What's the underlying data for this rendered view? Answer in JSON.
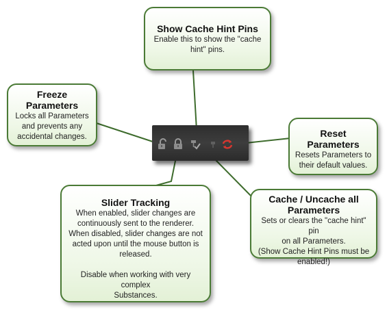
{
  "callouts": {
    "show_cache_hint_pins": {
      "title": "Show Cache Hint Pins",
      "lines": [
        "Enable this to show the \"cache",
        "hint\" pins."
      ]
    },
    "freeze_parameters": {
      "title_lines": [
        "Freeze",
        "Parameters"
      ],
      "lines": [
        "Locks all Parameters",
        "and prevents any",
        "accidental changes."
      ]
    },
    "reset_parameters": {
      "title_lines": [
        "Reset",
        "Parameters"
      ],
      "lines": [
        "Resets Parameters to",
        "their default values."
      ]
    },
    "cache_uncache": {
      "title_lines": [
        "Cache / Uncache all",
        "Parameters"
      ],
      "lines": [
        "Sets or clears the \"cache hint\" pin",
        "on all Parameters.",
        "(Show Cache Hint Pins must be",
        "enabled!)"
      ]
    },
    "slider_tracking": {
      "title": "Slider Tracking",
      "lines": [
        "When enabled, slider changes are",
        "continuously sent to the renderer.",
        "When disabled, slider changes are not",
        "acted upon until the mouse button is",
        "released.",
        "",
        "Disable when working with very complex",
        "Substances."
      ]
    }
  },
  "toolbar": {
    "buttons": [
      {
        "id": "freeze",
        "icon": "padlock-open-icon"
      },
      {
        "id": "slider_tracking",
        "icon": "padlock-closed-icon"
      },
      {
        "id": "show_cache_hint_pins",
        "icon": "pin-check-icon"
      },
      {
        "id": "cache_uncache",
        "icon": "pin-icon"
      },
      {
        "id": "reset",
        "icon": "reset-arrows-icon"
      }
    ]
  },
  "colors": {
    "callout_border": "#4a7a35",
    "callout_fill": "#eef7e6",
    "toolbar_bg": "#333333",
    "reset_icon": "#d9362f"
  }
}
